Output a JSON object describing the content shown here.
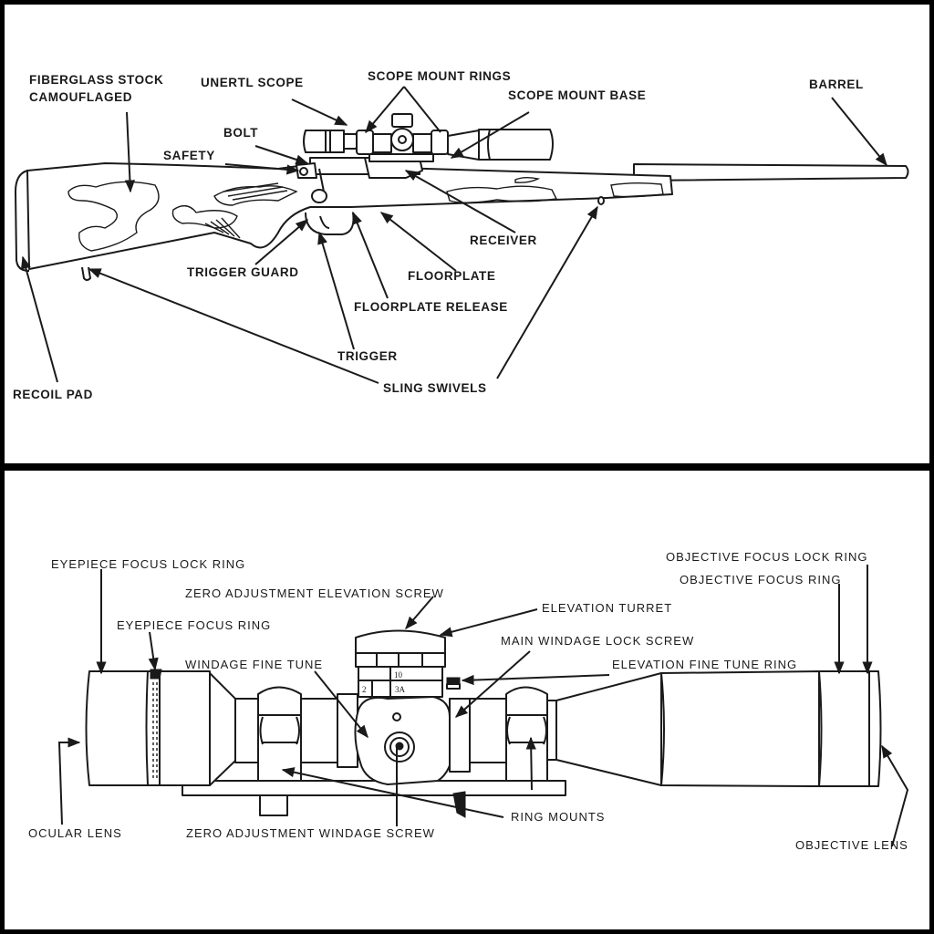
{
  "figure": {
    "panels": [
      {
        "id": "rifle",
        "title": "Sniper rifle with components labeled",
        "labels": {
          "stock_line1": "FIBERGLASS STOCK",
          "stock_line2": "CAMOUFLAGED",
          "unertl_scope": "UNERTL SCOPE",
          "scope_mount_rings": "SCOPE MOUNT RINGS",
          "scope_mount_base": "SCOPE MOUNT BASE",
          "barrel": "BARREL",
          "bolt": "BOLT",
          "safety": "SAFETY",
          "receiver": "RECEIVER",
          "trigger_guard": "TRIGGER GUARD",
          "floorplate": "FLOORPLATE",
          "floorplate_release": "FLOORPLATE RELEASE",
          "trigger": "TRIGGER",
          "recoil_pad": "RECOIL PAD",
          "sling_swivels": "SLING SWIVELS"
        }
      },
      {
        "id": "scope",
        "title": "Scope with components labeled",
        "labels": {
          "eyepiece_focus_lock_ring": "EYEPIECE FOCUS LOCK RING",
          "zero_adjustment_elevation_screw": "ZERO ADJUSTMENT ELEVATION SCREW",
          "eyepiece_focus_ring": "EYEPIECE FOCUS RING",
          "elevation_turret": "ELEVATION TURRET",
          "main_windage_lock_screw": "MAIN WINDAGE LOCK SCREW",
          "windage_fine_tune": "WINDAGE FINE TUNE",
          "elevation_fine_tune_ring": "ELEVATION FINE TUNE RING",
          "objective_focus_lock_ring": "OBJECTIVE FOCUS LOCK RING",
          "objective_focus_ring": "OBJECTIVE FOCUS RING",
          "ocular_lens": "OCULAR LENS",
          "zero_adjustment_windage_screw": "ZERO ADJUSTMENT WINDAGE SCREW",
          "ring_mounts": "RING MOUNTS",
          "objective_lens": "OBJECTIVE LENS"
        },
        "turret_markings": [
          "10",
          "2",
          "3A"
        ]
      }
    ]
  }
}
